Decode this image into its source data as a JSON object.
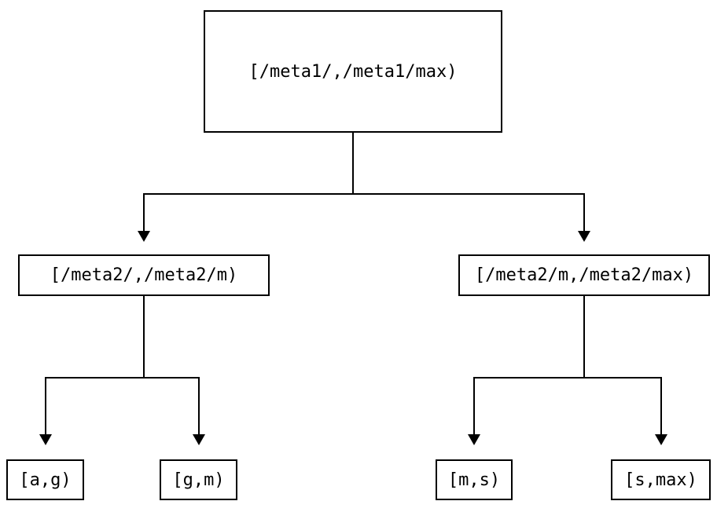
{
  "diagram": {
    "background_color": "#ffffff",
    "line_color": "#000000",
    "box_border_color": "#000000",
    "box_fill_color": "#ffffff",
    "text_color": "#000000",
    "nodes": {
      "root": {
        "label": "[/meta1/,/meta1/max)"
      },
      "level2_left": {
        "label": "[/meta2/,/meta2/m)"
      },
      "level2_right": {
        "label": "[/meta2/m,/meta2/max)"
      },
      "leaf_a_g": {
        "label": "[a,g)"
      },
      "leaf_g_m": {
        "label": "[g,m)"
      },
      "leaf_m_s": {
        "label": "[m,s)"
      },
      "leaf_s_max": {
        "label": "[s,max)"
      }
    }
  }
}
